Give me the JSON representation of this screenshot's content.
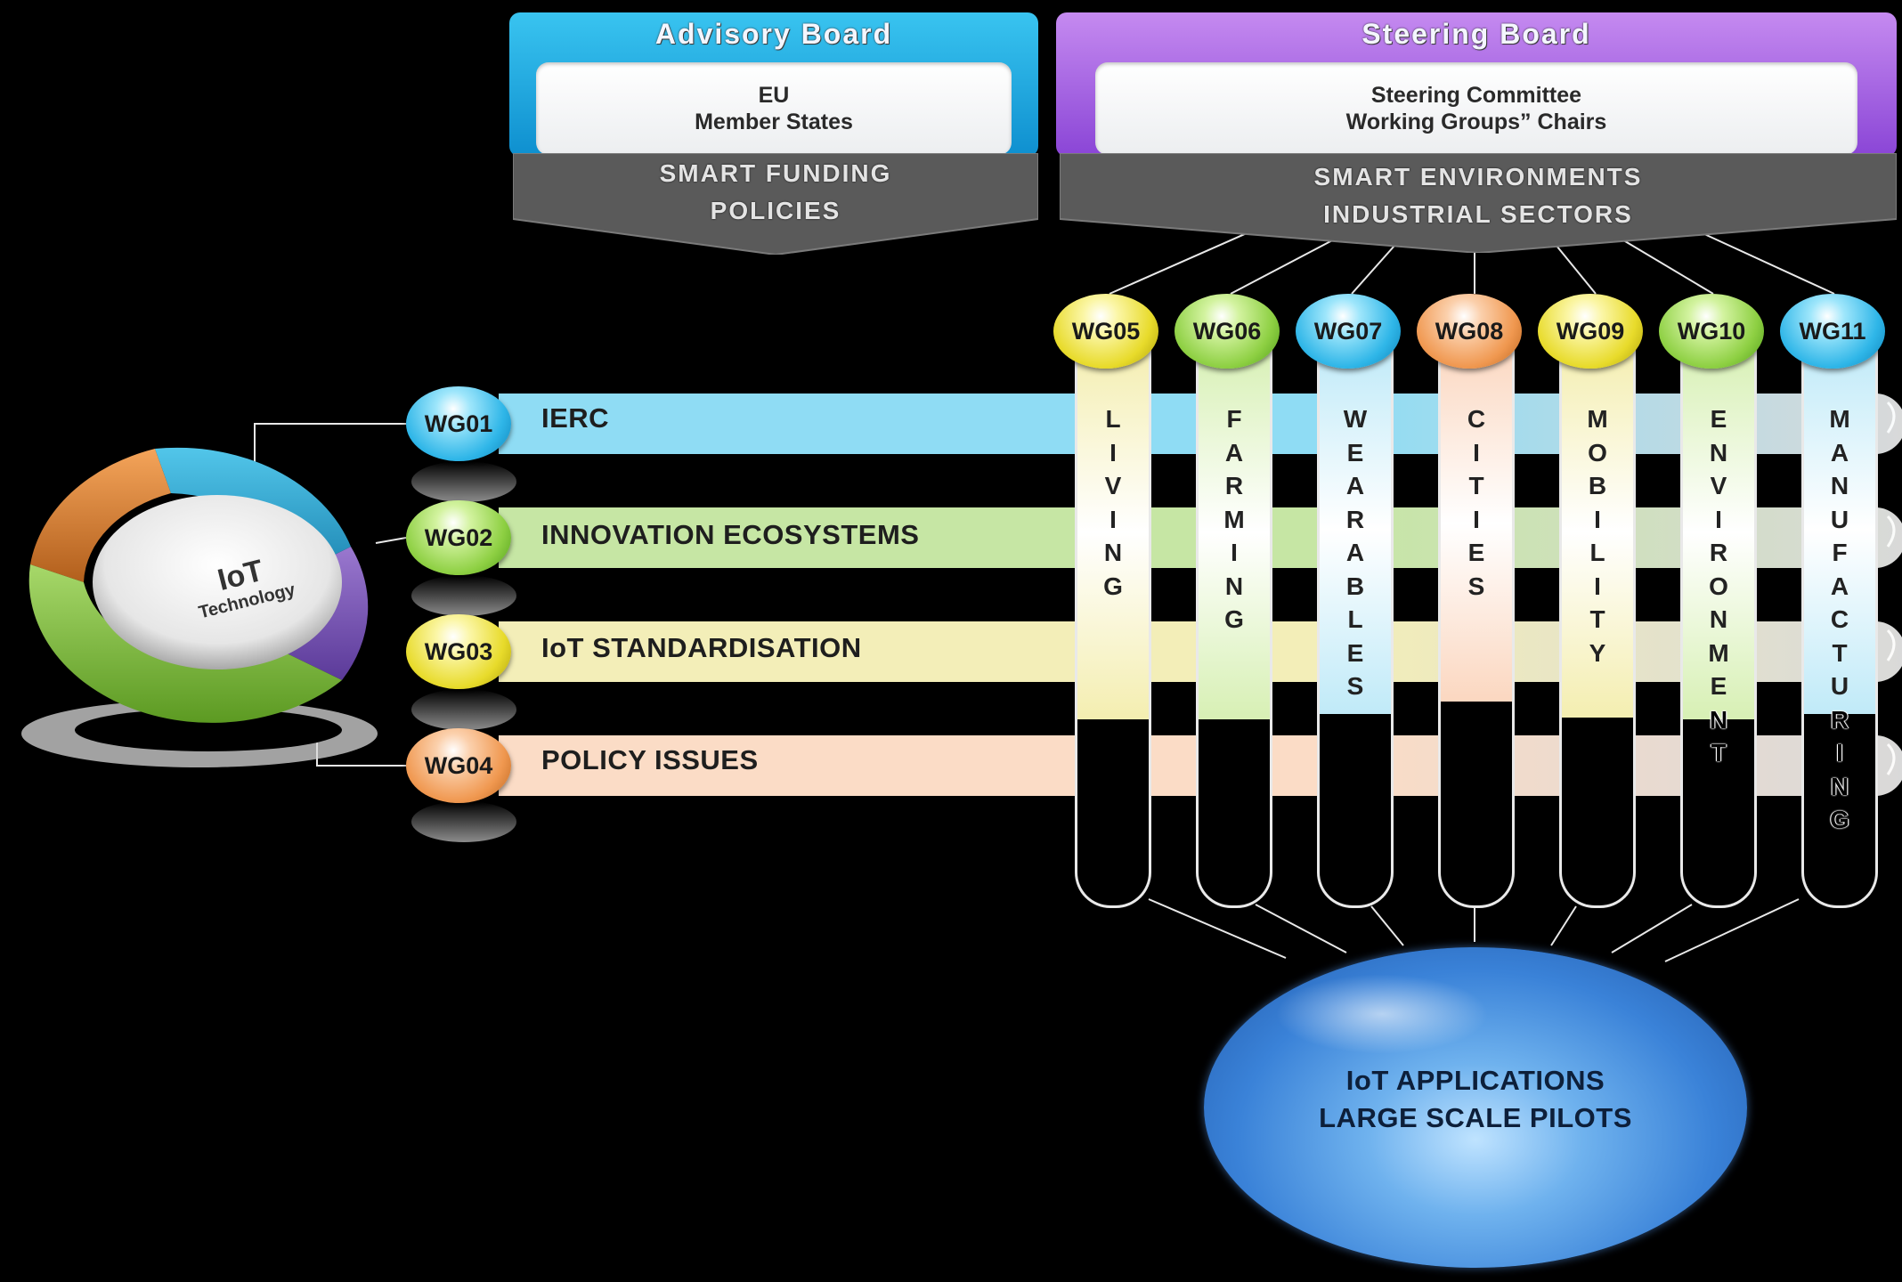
{
  "advisory_board": {
    "title": "Advisory Board",
    "line1": "EU",
    "line2": "Member States",
    "banner_line1": "SMART FUNDING",
    "banner_line2": "POLICIES"
  },
  "steering_board": {
    "title": "Steering Board",
    "line1": "Steering Committee",
    "line2": "Working Groups” Chairs",
    "banner_line1": "SMART ENVIRONMENTS",
    "banner_line2": "INDUSTRIAL SECTORS"
  },
  "iot_technology": {
    "title": "IoT",
    "subtitle": "Technology"
  },
  "horizontal_groups": [
    {
      "id": "WG01",
      "label": "IERC",
      "color": "#8fdcf4"
    },
    {
      "id": "WG02",
      "label": "INNOVATION ECOSYSTEMS",
      "color": "#c6e6a4"
    },
    {
      "id": "WG03",
      "label": "IoT STANDARDISATION",
      "color": "#f3eeb8"
    },
    {
      "id": "WG04",
      "label": "POLICY ISSUES",
      "color": "#fbdcc6"
    }
  ],
  "vertical_groups": [
    {
      "id": "WG05",
      "label": "LIVING",
      "color": "#f4eeb0"
    },
    {
      "id": "WG06",
      "label": "FARMING",
      "color": "#d7f0b4"
    },
    {
      "id": "WG07",
      "label": "WEARABLES",
      "color": "#c0eaf8"
    },
    {
      "id": "WG08",
      "label": "CITIES",
      "color": "#fbd7c0"
    },
    {
      "id": "WG09",
      "label": "MOBILITY",
      "color": "#f4eeb0"
    },
    {
      "id": "WG10",
      "label": "ENVIRONMENT",
      "color": "#d7f0b4"
    },
    {
      "id": "WG11",
      "label": "MANUFACTURING",
      "color": "#c0eaf8"
    }
  ],
  "applications": {
    "line1": "IoT APPLICATIONS",
    "line2": "LARGE SCALE PILOTS"
  }
}
